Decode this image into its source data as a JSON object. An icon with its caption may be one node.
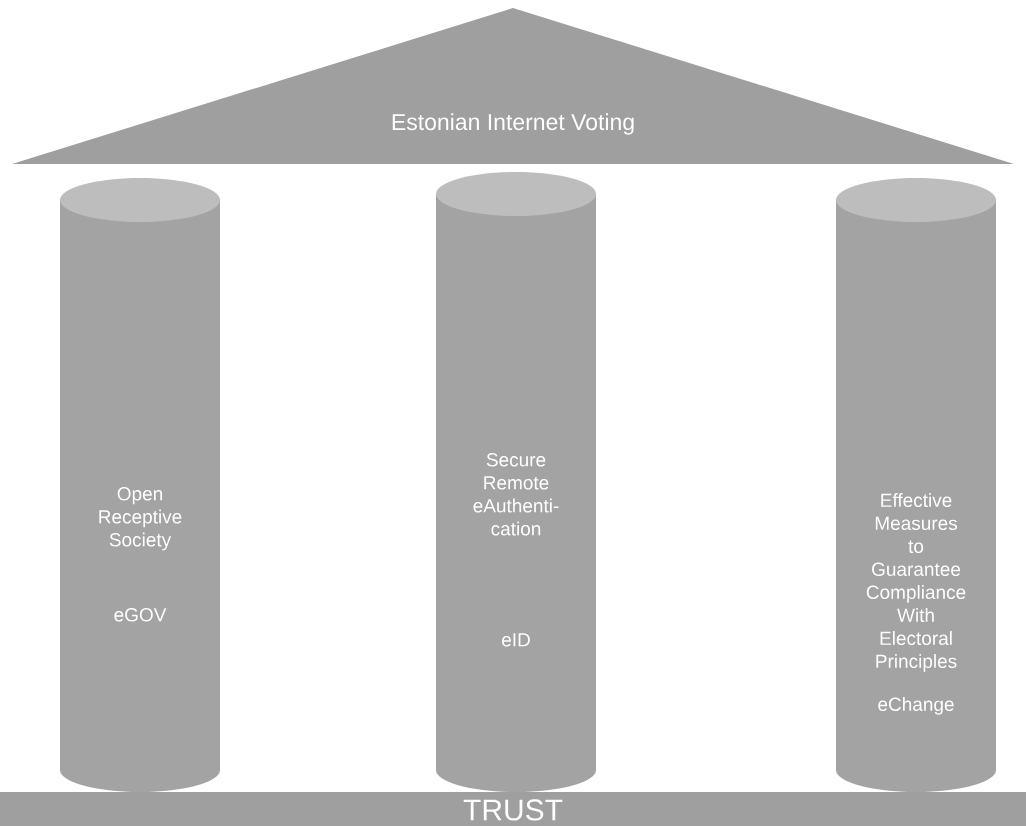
{
  "diagram": {
    "nodes": [
      {
        "text": [
          "Estonian Internet Voting"
        ]
      },
      {
        "text": [
          "Open Receptive Society",
          "eGOV"
        ]
      },
      {
        "text": [
          "Secure Remote eAuthenti- cation",
          "eID"
        ]
      },
      {
        "text": [
          "Effective Measures to Guarantee Compliance With Electoral Principles",
          "eChange"
        ]
      },
      {
        "text": [
          "TRUST"
        ]
      }
    ]
  }
}
